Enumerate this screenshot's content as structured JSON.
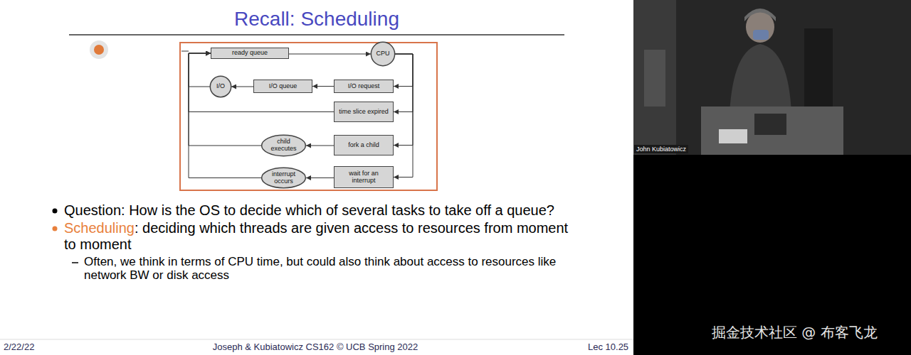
{
  "diagram": {
    "title": "Recall: Scheduling",
    "nodes": [
      {
        "text": [
          "ready queue"
        ]
      },
      {
        "text": [
          "CPU"
        ]
      },
      {
        "text": [
          "I/O"
        ]
      },
      {
        "text": [
          "I/O queue"
        ]
      },
      {
        "text": [
          "I/O request"
        ]
      },
      {
        "text": [
          "time slice expired"
        ]
      },
      {
        "text": [
          "child executes"
        ]
      },
      {
        "text": [
          "fork a child"
        ]
      },
      {
        "text": [
          "interrupt occurs"
        ]
      },
      {
        "text": [
          "wait for an interrupt"
        ]
      }
    ],
    "edges": [
      {
        "from": 0,
        "to": 1,
        "arrow": "to"
      },
      {
        "from": 1,
        "to": 4,
        "arrow": "to"
      },
      {
        "from": 1,
        "to": 5,
        "arrow": "to"
      },
      {
        "from": 1,
        "to": 7,
        "arrow": "to"
      },
      {
        "from": 1,
        "to": 9,
        "arrow": "to"
      },
      {
        "from": 4,
        "to": 3,
        "arrow": "to"
      },
      {
        "from": 3,
        "to": 2,
        "arrow": "to"
      },
      {
        "from": 2,
        "to": 0,
        "arrow": "to"
      },
      {
        "from": 5,
        "to": 0,
        "arrow": "to"
      },
      {
        "from": 7,
        "to": 6,
        "arrow": "to"
      },
      {
        "from": 6,
        "to": 0,
        "arrow": "to"
      },
      {
        "from": 9,
        "to": 8,
        "arrow": "to"
      },
      {
        "from": 8,
        "to": 0,
        "arrow": "to"
      }
    ],
    "labels": [
      "Question: How is the OS to decide which of several tasks to take off a queue?",
      "Scheduling",
      ": deciding which threads are given access to resources from moment to moment",
      "Often, we think in terms of CPU time, but could also think about access to resources like network BW or disk access",
      "2/22/22",
      "Joseph & Kubiatowicz CS162 © UCB Spring 2022",
      "Lec 10.25",
      "John Kubiatowicz",
      "掘金技术社区 @ 布客飞龙"
    ]
  }
}
